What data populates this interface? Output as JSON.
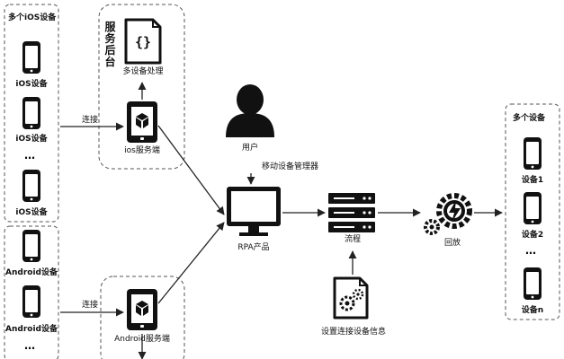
{
  "colors": {
    "stroke": "#222222",
    "dash": "#555555",
    "device": "#111111",
    "fill": "#ffffff"
  },
  "groups": {
    "ios_title": "多个iOS设备",
    "ios_device_label": "iOS设备",
    "android_device_label": "Android设备",
    "ellipsis": "…",
    "backend_title": "服务后台",
    "multi_device_title": "多个设备",
    "target_devices": [
      "设备1",
      "设备2",
      "设备n"
    ]
  },
  "nodes": {
    "multi_device_processing": "多设备处理",
    "ios_server": "ios服务端",
    "android_server": "Android服务端",
    "user": "用户",
    "mobile_manager": "移动设备管理器",
    "rpa_product": "RPA产品",
    "flow": "流程",
    "playback": "回放",
    "settings": "设置连接设备信息"
  },
  "edges": {
    "connect_top": "连接",
    "connect_bottom": "连接"
  }
}
